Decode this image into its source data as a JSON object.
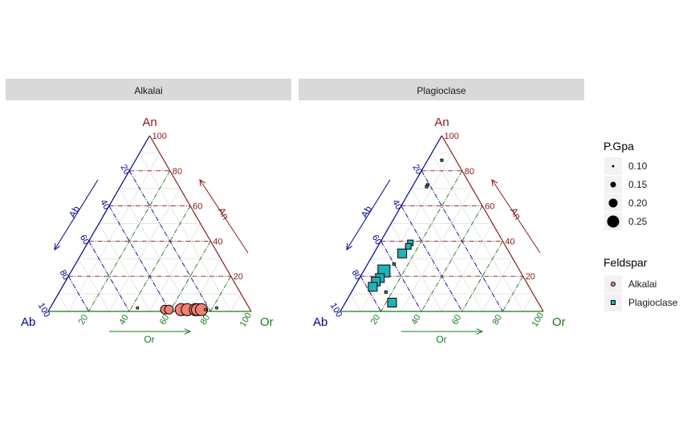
{
  "chart_data": {
    "type": "scatter",
    "subtype": "ternary",
    "axes": {
      "top": {
        "label": "An",
        "color": "#8b1a1a"
      },
      "left": {
        "label": "Ab",
        "color": "#00008b"
      },
      "right": {
        "label": "Or",
        "color": "#1a7a1a"
      }
    },
    "ticks": [
      20,
      40,
      60,
      80,
      100
    ],
    "arrow_labels": {
      "an": "An",
      "ab": "Ab",
      "or": "Or"
    },
    "panels": [
      {
        "title": "Alkalai",
        "color": "#f08070",
        "marker": "circle",
        "points": [
          {
            "an": 2,
            "ab": 55,
            "or": 43,
            "p": 0.1
          },
          {
            "an": 1,
            "ab": 42,
            "or": 57,
            "p": 0.2
          },
          {
            "an": 1,
            "ab": 40,
            "or": 59,
            "p": 0.2
          },
          {
            "an": 1,
            "ab": 34,
            "or": 65,
            "p": 0.25
          },
          {
            "an": 1,
            "ab": 31,
            "or": 68,
            "p": 0.25
          },
          {
            "an": 1,
            "ab": 27,
            "or": 72,
            "p": 0.25
          },
          {
            "an": 1,
            "ab": 26,
            "or": 73,
            "p": 0.25
          },
          {
            "an": 1,
            "ab": 24,
            "or": 75,
            "p": 0.25
          },
          {
            "an": 1,
            "ab": 22,
            "or": 77,
            "p": 0.1
          },
          {
            "an": 2,
            "ab": 16,
            "or": 82,
            "p": 0.1
          }
        ]
      },
      {
        "title": "Plagioclase",
        "color": "#20b2b8",
        "marker": "square",
        "points": [
          {
            "an": 86,
            "ab": 7,
            "or": 7,
            "p": 0.1
          },
          {
            "an": 72,
            "ab": 21,
            "or": 7,
            "p": 0.1
          },
          {
            "an": 71,
            "ab": 22,
            "or": 7,
            "p": 0.1
          },
          {
            "an": 39,
            "ab": 46,
            "or": 15,
            "p": 0.15
          },
          {
            "an": 37,
            "ab": 48,
            "or": 15,
            "p": 0.15
          },
          {
            "an": 33,
            "ab": 53,
            "or": 14,
            "p": 0.2
          },
          {
            "an": 27,
            "ab": 60,
            "or": 13,
            "p": 0.1
          },
          {
            "an": 23,
            "ab": 67,
            "or": 10,
            "p": 0.25
          },
          {
            "an": 19,
            "ab": 71,
            "or": 10,
            "p": 0.2
          },
          {
            "an": 17,
            "ab": 74,
            "or": 9,
            "p": 0.2
          },
          {
            "an": 14,
            "ab": 77,
            "or": 9,
            "p": 0.2
          },
          {
            "an": 11,
            "ab": 72,
            "or": 17,
            "p": 0.1
          },
          {
            "an": 5,
            "ab": 72,
            "or": 23,
            "p": 0.2
          }
        ]
      }
    ],
    "legend": {
      "placement": "right",
      "size": {
        "title": "P.Gpa",
        "items": [
          {
            "label": "0.10",
            "value": 0.1
          },
          {
            "label": "0.15",
            "value": 0.15
          },
          {
            "label": "0.20",
            "value": 0.2
          },
          {
            "label": "0.25",
            "value": 0.25
          }
        ]
      },
      "group": {
        "title": "Feldspar",
        "items": [
          {
            "label": "Alkalai",
            "color": "#f08070",
            "marker": "circle"
          },
          {
            "label": "Plagioclase",
            "color": "#20b2b8",
            "marker": "square"
          }
        ]
      }
    },
    "grid": true
  }
}
